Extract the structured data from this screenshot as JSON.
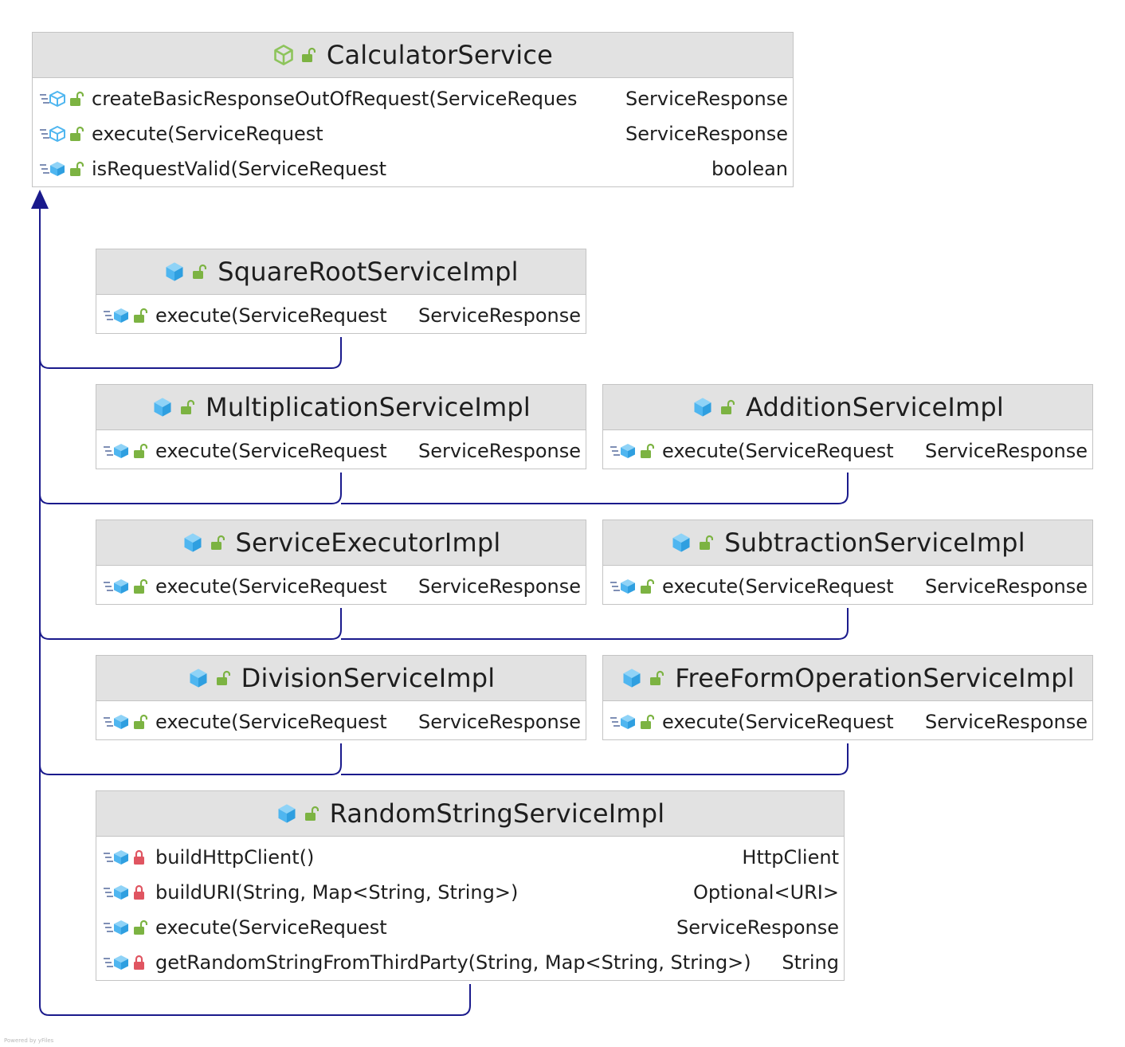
{
  "classes": [
    {
      "id": "calculator-service",
      "name": "CalculatorService",
      "kind": "interface",
      "methods": [
        {
          "signature": "createBasicResponseOutOfRequest(ServiceReques",
          "returns": "ServiceResponse",
          "access": "public",
          "icon": "abstract-method-icon"
        },
        {
          "signature": "execute(ServiceRequest",
          "returns": "ServiceResponse",
          "access": "public",
          "icon": "abstract-method-icon"
        },
        {
          "signature": "isRequestValid(ServiceRequest",
          "returns": "boolean",
          "access": "public",
          "icon": "method-icon"
        }
      ]
    },
    {
      "id": "square-root-service-impl",
      "name": "SquareRootServiceImpl",
      "kind": "class",
      "methods": [
        {
          "signature": "execute(ServiceRequest",
          "returns": "ServiceResponse",
          "access": "public",
          "icon": "method-icon"
        }
      ]
    },
    {
      "id": "multiplication-service-impl",
      "name": "MultiplicationServiceImpl",
      "kind": "class",
      "methods": [
        {
          "signature": "execute(ServiceRequest",
          "returns": "ServiceResponse",
          "access": "public",
          "icon": "method-icon"
        }
      ]
    },
    {
      "id": "addition-service-impl",
      "name": "AdditionServiceImpl",
      "kind": "class",
      "methods": [
        {
          "signature": "execute(ServiceRequest",
          "returns": "ServiceResponse",
          "access": "public",
          "icon": "method-icon"
        }
      ]
    },
    {
      "id": "service-executor-impl",
      "name": "ServiceExecutorImpl",
      "kind": "class",
      "methods": [
        {
          "signature": "execute(ServiceRequest",
          "returns": "ServiceResponse",
          "access": "public",
          "icon": "method-icon"
        }
      ]
    },
    {
      "id": "subtraction-service-impl",
      "name": "SubtractionServiceImpl",
      "kind": "class",
      "methods": [
        {
          "signature": "execute(ServiceRequest",
          "returns": "ServiceResponse",
          "access": "public",
          "icon": "method-icon"
        }
      ]
    },
    {
      "id": "division-service-impl",
      "name": "DivisionServiceImpl",
      "kind": "class",
      "methods": [
        {
          "signature": "execute(ServiceRequest",
          "returns": "ServiceResponse",
          "access": "public",
          "icon": "method-icon"
        }
      ]
    },
    {
      "id": "free-form-operation-service-impl",
      "name": "FreeFormOperationServiceImpl",
      "kind": "class",
      "methods": [
        {
          "signature": "execute(ServiceRequest",
          "returns": "ServiceResponse",
          "access": "public",
          "icon": "method-icon"
        }
      ]
    },
    {
      "id": "random-string-service-impl",
      "name": "RandomStringServiceImpl",
      "kind": "class",
      "methods": [
        {
          "signature": "buildHttpClient()",
          "returns": "HttpClient",
          "access": "private",
          "icon": "method-icon"
        },
        {
          "signature": "buildURI(String, Map<String, String>)",
          "returns": "Optional<URI>",
          "access": "private",
          "icon": "method-icon"
        },
        {
          "signature": "execute(ServiceRequest",
          "returns": "ServiceResponse",
          "access": "public",
          "icon": "method-icon"
        },
        {
          "signature": "getRandomStringFromThirdParty(String, Map<String, String>)",
          "returns": "String",
          "access": "private",
          "icon": "method-icon"
        }
      ]
    }
  ],
  "relations": [
    {
      "from": "square-root-service-impl",
      "to": "calculator-service",
      "type": "implements"
    },
    {
      "from": "multiplication-service-impl",
      "to": "calculator-service",
      "type": "implements"
    },
    {
      "from": "addition-service-impl",
      "to": "calculator-service",
      "type": "implements"
    },
    {
      "from": "service-executor-impl",
      "to": "calculator-service",
      "type": "implements"
    },
    {
      "from": "subtraction-service-impl",
      "to": "calculator-service",
      "type": "implements"
    },
    {
      "from": "division-service-impl",
      "to": "calculator-service",
      "type": "implements"
    },
    {
      "from": "free-form-operation-service-impl",
      "to": "calculator-service",
      "type": "implements"
    },
    {
      "from": "random-string-service-impl",
      "to": "calculator-service",
      "type": "implements"
    }
  ],
  "colors": {
    "edge": "#1a1a8c",
    "header": "#e2e2e2",
    "border": "#c4c4c4",
    "class_icon": "#4fb6f0",
    "interface_icon": "#8dc45b",
    "public_lock": "#7cb342",
    "private_lock": "#e05561"
  },
  "footer": "Powered by yFiles"
}
